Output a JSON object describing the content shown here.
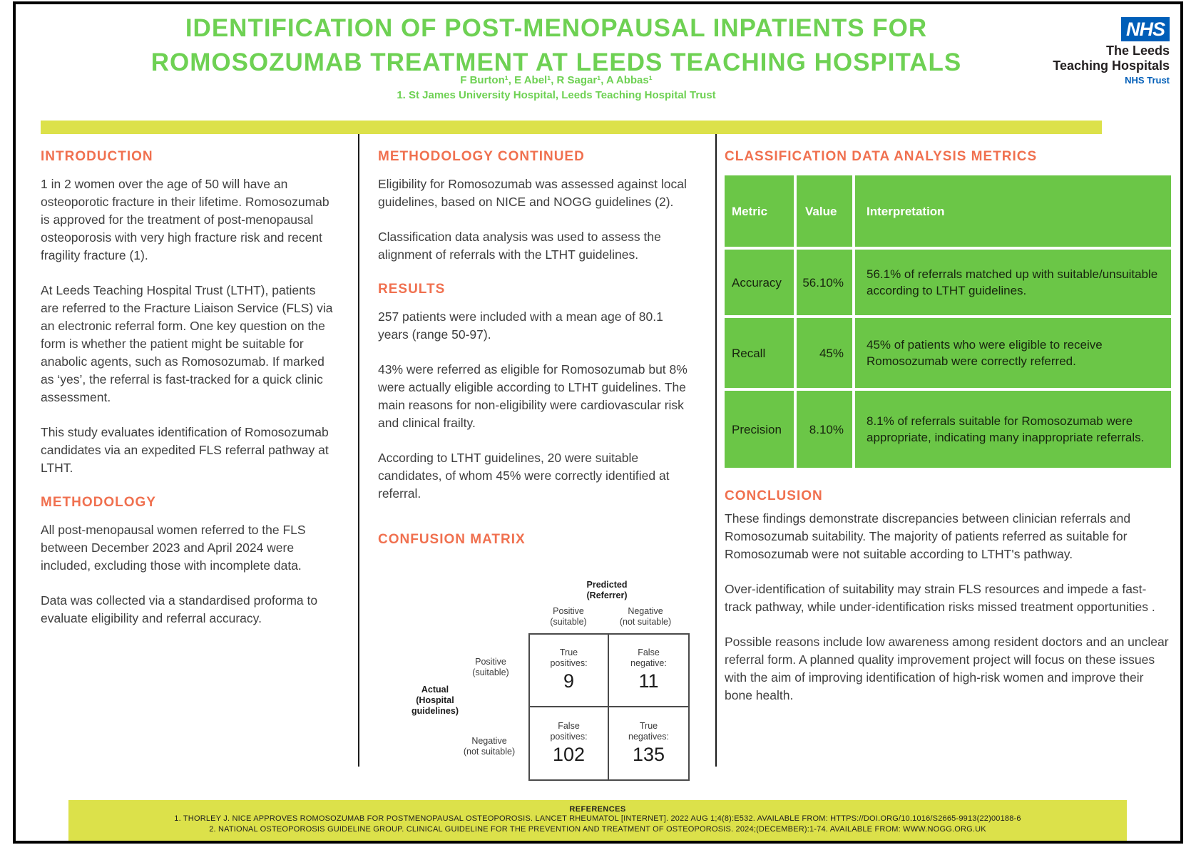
{
  "poster": {
    "title_line1": "IDENTIFICATION OF POST-MENOPAUSAL INPATIENTS FOR",
    "title_line2": "ROMOSOZUMAB TREATMENT AT LEEDS TEACHING HOSPITALS",
    "authors": "F Burton¹, E Abel¹, R Sagar¹, A Abbas¹",
    "affiliation": "1. St James University Hospital, Leeds Teaching Hospital Trust"
  },
  "logo": {
    "nhs": "NHS",
    "line1": "The Leeds",
    "line2": "Teaching Hospitals",
    "line3": "NHS Trust"
  },
  "colors": {
    "title_green": "#6ed153",
    "heading_coral": "#f0704f",
    "table_green": "#6bc647",
    "accent_yellow": "#dce14a",
    "nhs_blue": "#005eb8"
  },
  "sections": {
    "introduction": {
      "heading": "INTRODUCTION",
      "paragraphs": [
        "1 in 2 women over the age of 50 will have an osteoporotic fracture in their lifetime. Romosozumab is approved for the treatment of post-menopausal osteoporosis with very high fracture risk and recent fragility fracture (1).",
        "At Leeds Teaching Hospital Trust (LTHT), patients are referred to the Fracture Liaison Service (FLS) via an electronic referral form. One key question on the form is whether the patient might be suitable for anabolic agents, such as Romosozumab. If marked as ‘yes’, the referral is fast-tracked for a quick clinic assessment.",
        "This study evaluates identification of Romosozumab candidates via an expedited FLS referral pathway at LTHT."
      ]
    },
    "methodology": {
      "heading": "METHODOLOGY",
      "paragraphs": [
        "All post-menopausal women referred to the FLS between December 2023 and April 2024 were included, excluding those with incomplete data.",
        "Data was collected via a standardised proforma to evaluate eligibility and referral accuracy."
      ]
    },
    "methodology_continued": {
      "heading": "METHODOLOGY CONTINUED",
      "paragraphs": [
        "Eligibility for Romosozumab was assessed against local guidelines, based on NICE and NOGG guidelines (2).",
        "Classification data analysis was used to assess the alignment of referrals with the LTHT guidelines."
      ]
    },
    "results": {
      "heading": "RESULTS",
      "paragraphs": [
        "257 patients were included with a mean age of 80.1 years (range 50-97).",
        "43% were referred as eligible for Romosozumab but 8% were actually eligible according to LTHT guidelines. The main reasons for non-eligibility were cardiovascular risk and clinical frailty.",
        "According to LTHT guidelines, 20 were suitable candidates, of whom 45% were correctly identified at referral."
      ]
    },
    "confusion_matrix": {
      "heading": "CONFUSION MATRIX",
      "predicted_label_line1": "Predicted",
      "predicted_label_line2": "(Referrer)",
      "actual_label_line1": "Actual",
      "actual_label_line2": "(Hospital",
      "actual_label_line3": "guidelines)",
      "col_positive_line1": "Positive",
      "col_positive_line2": "(suitable)",
      "col_negative_line1": "Negative",
      "col_negative_line2": "(not suitable)",
      "row_positive_line1": "Positive",
      "row_positive_line2": "(suitable)",
      "row_negative_line1": "Negative",
      "row_negative_line2": "(not suitable)",
      "cells": {
        "tp": {
          "label": "True positives:",
          "value": "9"
        },
        "fn": {
          "label": "False negative:",
          "value": "11"
        },
        "fp": {
          "label": "False positives:",
          "value": "102"
        },
        "tn": {
          "label": "True negatives:",
          "value": "135"
        }
      }
    },
    "metrics": {
      "heading": "CLASSIFICATION DATA ANALYSIS METRICS",
      "headers": [
        "Metric",
        "Value",
        "Interpretation"
      ],
      "rows": [
        {
          "metric": "Accuracy",
          "value": "56.10%",
          "interpretation": "56.1% of referrals matched up with suitable/unsuitable according to LTHT guidelines."
        },
        {
          "metric": "Recall",
          "value": "45%",
          "interpretation": "45% of patients who were eligible to receive Romosozumab were correctly referred."
        },
        {
          "metric": "Precision",
          "value": "8.10%",
          "interpretation": "8.1% of referrals suitable for Romosozumab were appropriate, indicating many inappropriate referrals."
        }
      ]
    },
    "conclusion": {
      "heading": "CONCLUSION",
      "paragraphs": [
        "These findings demonstrate discrepancies between clinician referrals and Romosozumab suitability. The majority of patients referred as suitable for Romosozumab were not suitable according to LTHT's pathway.",
        "Over-identification of suitability may strain FLS resources and impede a fast-track pathway, while under-identification risks missed treatment opportunities .",
        "Possible reasons include low awareness among resident doctors and an unclear referral form. A planned quality improvement project will focus on these issues with the aim of improving identification of high-risk women and improve their bone health."
      ]
    },
    "references": {
      "heading": "REFERENCES",
      "items": [
        "1. THORLEY J. NICE APPROVES ROMOSOZUMAB FOR POSTMENOPAUSAL OSTEOPOROSIS. LANCET RHEUMATOL [INTERNET]. 2022 AUG 1;4(8):E532. AVAILABLE FROM: HTTPS://DOI.ORG/10.1016/S2665-9913(22)00188-6",
        "2. NATIONAL OSTEOPOROSIS GUIDELINE GROUP. CLINICAL GUIDELINE FOR THE PREVENTION AND TREATMENT OF OSTEOPOROSIS. 2024;(DECEMBER):1-74. AVAILABLE FROM: WWW.NOGG.ORG.UK"
      ]
    }
  }
}
